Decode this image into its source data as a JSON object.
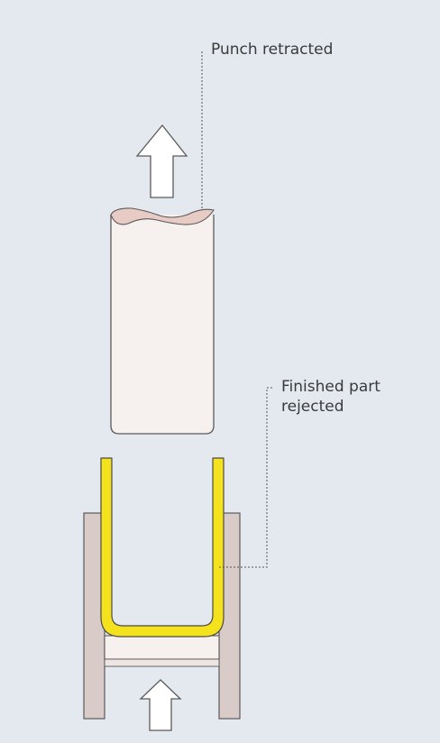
{
  "labels": {
    "punch": "Punch retracted",
    "part_line1": "Finished part",
    "part_line2": "rejected"
  },
  "colors": {
    "background": "#e4e9ef",
    "punch_fill": "#f6f0ef",
    "punch_top": "#e9cbc6",
    "die_fill": "#d9cbc8",
    "part_fill": "#f4e21c",
    "ejector_fill": "#f6f0ef",
    "outline": "#5a5a5a",
    "leader": "#555555"
  },
  "icons": {
    "up_arrow_top": "up-arrow-icon",
    "up_arrow_bottom": "up-arrow-icon"
  }
}
